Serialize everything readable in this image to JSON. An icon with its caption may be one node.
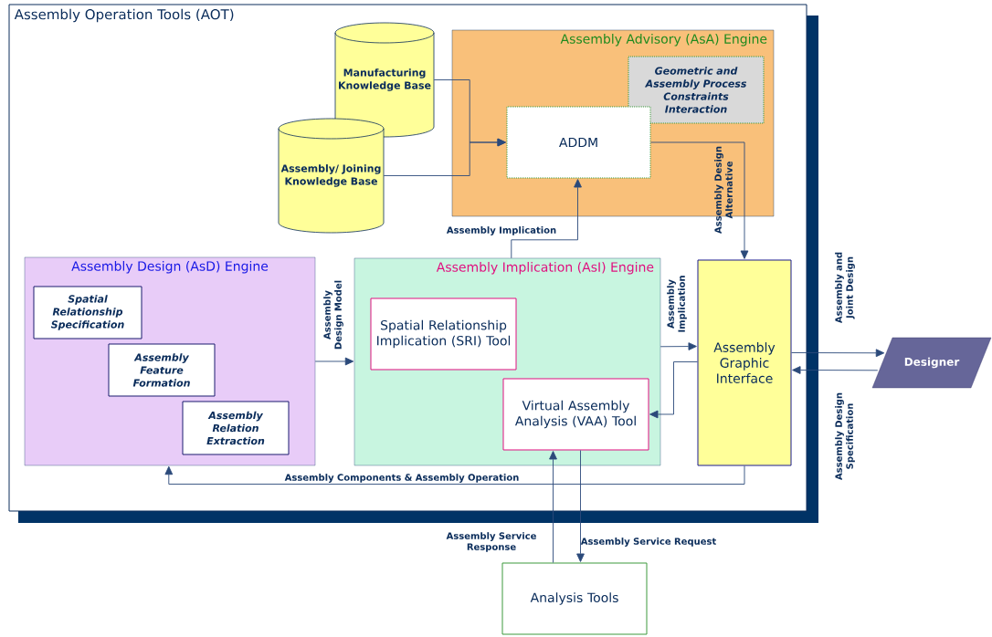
{
  "diagram": {
    "nodes": [
      {
        "text": [
          "Assembly Operation Tools (AOT)"
        ]
      },
      {
        "text": [
          "Manufacturing Knowledge Base"
        ],
        "in": 0
      },
      {
        "text": [
          "Assembly/ Joining Knowledge Base"
        ],
        "in": 0
      },
      {
        "text": [
          "Assembly Advisory (AsA) Engine"
        ],
        "in": 0
      },
      {
        "text": [
          "Geometric and Assembly Process Constraints Interaction"
        ],
        "in": 3
      },
      {
        "text": [
          "ADDM"
        ],
        "in": 3
      },
      {
        "text": [
          "Assembly Design (AsD) Engine"
        ],
        "in": 0
      },
      {
        "text": [
          "Spatial Relationship Specification"
        ],
        "in": 6
      },
      {
        "text": [
          "Assembly Feature Formation"
        ],
        "in": 6
      },
      {
        "text": [
          "Assembly Relation Extraction"
        ],
        "in": 6
      },
      {
        "text": [
          "Assembly Implication (AsI) Engine"
        ],
        "in": 0
      },
      {
        "text": [
          "Spatial Relationship Implication (SRI) Tool"
        ],
        "in": 10
      },
      {
        "text": [
          "Virtual Assembly Analysis (VAA) Tool"
        ],
        "in": 10
      },
      {
        "text": [
          "Assembly Graphic Interface"
        ],
        "in": 0
      },
      {
        "text": [
          "Designer"
        ]
      },
      {
        "text": [
          "Analysis Tools"
        ]
      }
    ],
    "edges": [
      {
        "from": 1,
        "to": 5,
        "arrow": "to"
      },
      {
        "from": 2,
        "to": 5,
        "arrow": "to"
      },
      {
        "from": 10,
        "to": 5,
        "arrow": "to",
        "label": "Assembly Implication"
      },
      {
        "from": 5,
        "to": 13,
        "arrow": "to",
        "label": "Assembly Design Alternative"
      },
      {
        "from": 6,
        "to": 10,
        "arrow": "to",
        "label": "Assembly Design Model"
      },
      {
        "from": 10,
        "to": 13,
        "arrow": "to",
        "label": "Assembly Implication"
      },
      {
        "from": 13,
        "to": 12,
        "arrow": "to"
      },
      {
        "from": 13,
        "to": 6,
        "arrow": "to",
        "label": "Assembly Components & Assembly Operation"
      },
      {
        "from": 12,
        "to": 15,
        "arrow": "to",
        "label": "Assembly Service Request"
      },
      {
        "from": 15,
        "to": 12,
        "arrow": "to",
        "label": "Assembly Service Response"
      },
      {
        "from": 13,
        "to": 14,
        "arrow": "to",
        "label": "Assembly and Joint Design"
      },
      {
        "from": 14,
        "to": 13,
        "arrow": "to",
        "label": "Assembly Design Specification"
      }
    ]
  }
}
